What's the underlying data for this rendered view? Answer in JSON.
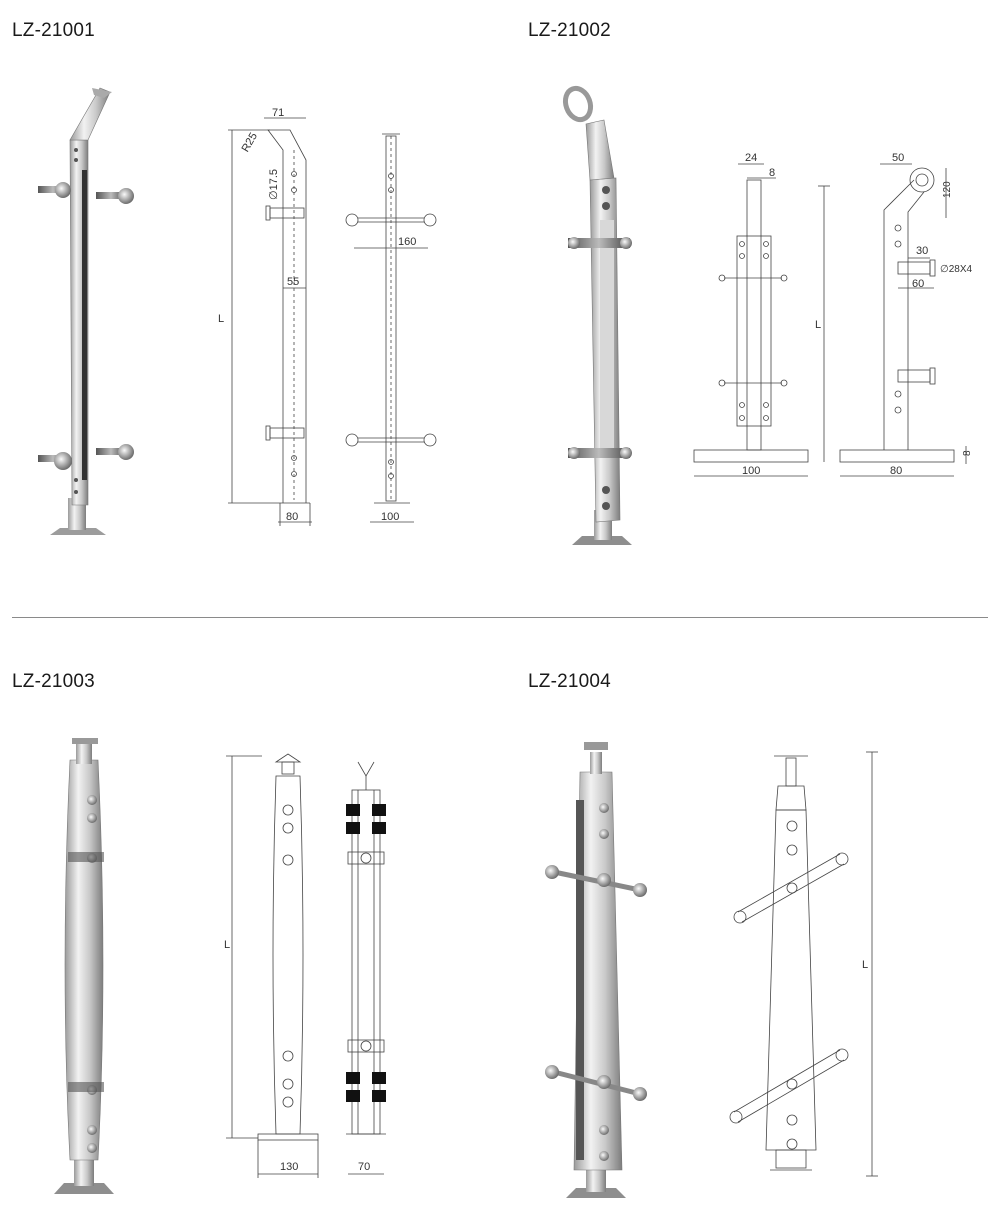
{
  "products": [
    {
      "code": "LZ-21001",
      "dims": {
        "top": "71",
        "radius": "R25",
        "hole": "∅17.5",
        "spacing": "55",
        "length": "L",
        "base_a": "80",
        "clamp": "160",
        "base_b": "100"
      }
    },
    {
      "code": "LZ-21002",
      "dims": {
        "w1": "24",
        "w2": "8",
        "length": "L",
        "base_a": "100",
        "top": "50",
        "h1": "120",
        "c1": "30",
        "bolt": "∅28X4",
        "c2": "60",
        "base_h": "8",
        "base_b": "80"
      }
    },
    {
      "code": "LZ-21003",
      "dims": {
        "length": "L",
        "base_a": "130",
        "base_b": "70"
      }
    },
    {
      "code": "LZ-21004",
      "dims": {
        "length": "L"
      }
    }
  ]
}
